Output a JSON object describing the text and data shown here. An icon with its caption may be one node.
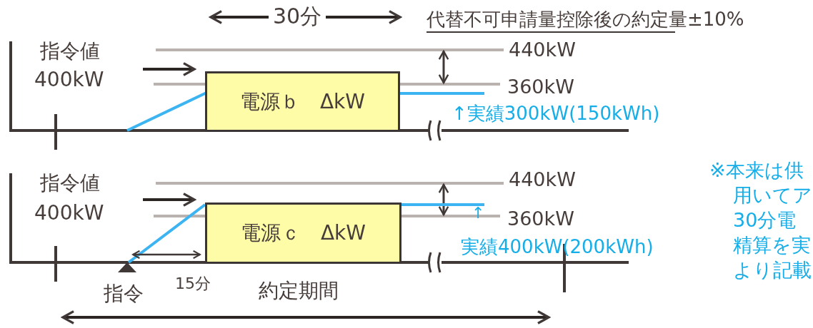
{
  "diagram": {
    "nodes": [
      {
        "text": [
          "電源ｂ　ΔkW"
        ]
      },
      {
        "text": [
          "電源ｃ　ΔkW"
        ]
      }
    ],
    "labels": [
      "30分",
      "代替不可申請量控除後の約定量±10%",
      "指令値",
      "400kW",
      "440kW",
      "360kW",
      "↑実績300kW(150kWh)",
      "指令値",
      "400kW",
      "440kW",
      "↑",
      "360kW",
      "実績400kW(200kWh)",
      "※本来は供",
      "用いてア",
      "30分電",
      "精算を実",
      "より記載",
      "指令",
      "15分",
      "約定期間"
    ]
  }
}
